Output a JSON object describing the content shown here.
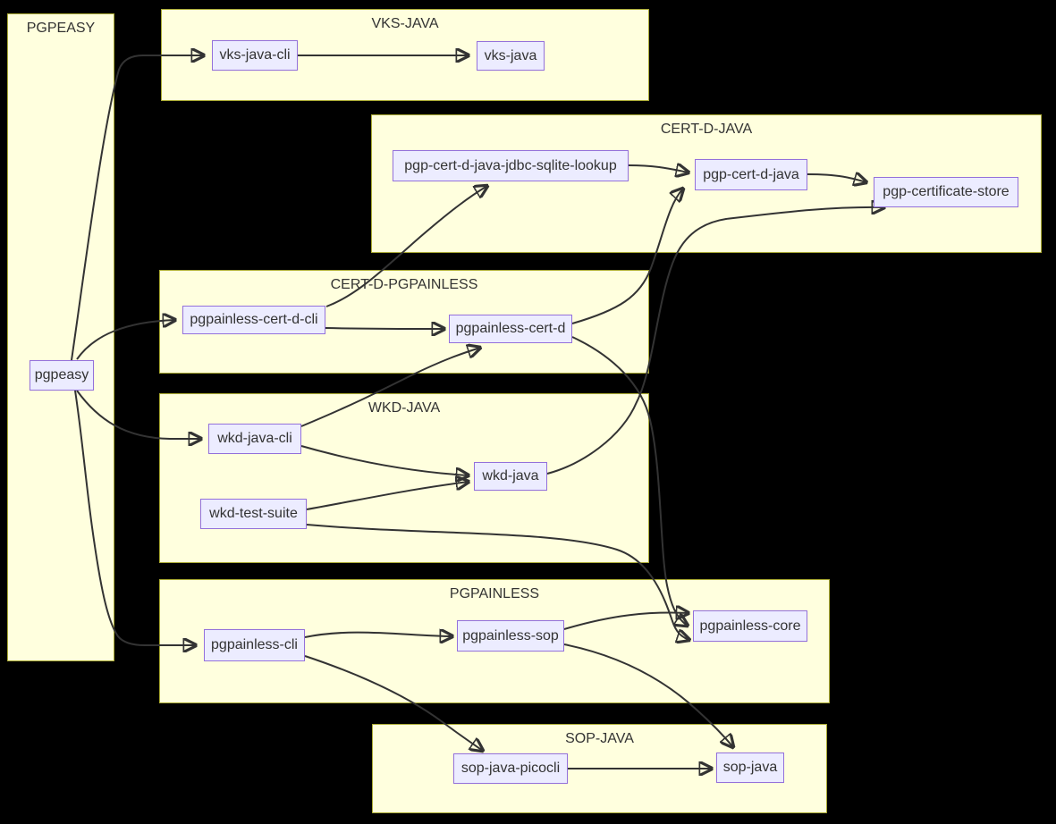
{
  "diagram": {
    "type": "dependency-graph",
    "background_color": "#000000",
    "colors": {
      "subgraph_fill": "#ffffde",
      "subgraph_border": "#aaaa33",
      "node_fill": "#ECECFF",
      "node_border": "#9370DB",
      "text": "#333333",
      "edge": "#333333"
    },
    "subgraphs": [
      {
        "id": "pgpeasy-group",
        "label": "PGPEASY"
      },
      {
        "id": "vks-java-group",
        "label": "VKS-JAVA"
      },
      {
        "id": "cert-d-java-group",
        "label": "CERT-D-JAVA"
      },
      {
        "id": "cert-d-pgpainless-group",
        "label": "CERT-D-PGPAINLESS"
      },
      {
        "id": "wkd-java-group",
        "label": "WKD-JAVA"
      },
      {
        "id": "pgpainless-group",
        "label": "PGPAINLESS"
      },
      {
        "id": "sop-java-group",
        "label": "SOP-JAVA"
      }
    ],
    "nodes": [
      {
        "id": "pgpeasy",
        "label": "pgpeasy",
        "subgraph": "PGPEASY"
      },
      {
        "id": "vks-java-cli",
        "label": "vks-java-cli",
        "subgraph": "VKS-JAVA"
      },
      {
        "id": "vks-java",
        "label": "vks-java",
        "subgraph": "VKS-JAVA"
      },
      {
        "id": "pgp-cert-d-java-jdbc-sqlite-lookup",
        "label": "pgp-cert-d-java-jdbc-sqlite-lookup",
        "subgraph": "CERT-D-JAVA"
      },
      {
        "id": "pgp-cert-d-java",
        "label": "pgp-cert-d-java",
        "subgraph": "CERT-D-JAVA"
      },
      {
        "id": "pgp-certificate-store",
        "label": "pgp-certificate-store",
        "subgraph": "CERT-D-JAVA"
      },
      {
        "id": "pgpainless-cert-d-cli",
        "label": "pgpainless-cert-d-cli",
        "subgraph": "CERT-D-PGPAINLESS"
      },
      {
        "id": "pgpainless-cert-d",
        "label": "pgpainless-cert-d",
        "subgraph": "CERT-D-PGPAINLESS"
      },
      {
        "id": "wkd-java-cli",
        "label": "wkd-java-cli",
        "subgraph": "WKD-JAVA"
      },
      {
        "id": "wkd-java",
        "label": "wkd-java",
        "subgraph": "WKD-JAVA"
      },
      {
        "id": "wkd-test-suite",
        "label": "wkd-test-suite",
        "subgraph": "WKD-JAVA"
      },
      {
        "id": "pgpainless-cli",
        "label": "pgpainless-cli",
        "subgraph": "PGPAINLESS"
      },
      {
        "id": "pgpainless-sop",
        "label": "pgpainless-sop",
        "subgraph": "PGPAINLESS"
      },
      {
        "id": "pgpainless-core",
        "label": "pgpainless-core",
        "subgraph": "PGPAINLESS"
      },
      {
        "id": "sop-java-picocli",
        "label": "sop-java-picocli",
        "subgraph": "SOP-JAVA"
      },
      {
        "id": "sop-java",
        "label": "sop-java",
        "subgraph": "SOP-JAVA"
      }
    ],
    "edges": [
      {
        "from": "pgpeasy",
        "to": "vks-java-cli"
      },
      {
        "from": "pgpeasy",
        "to": "pgpainless-cert-d-cli"
      },
      {
        "from": "pgpeasy",
        "to": "wkd-java-cli"
      },
      {
        "from": "pgpeasy",
        "to": "pgpainless-cli"
      },
      {
        "from": "vks-java-cli",
        "to": "vks-java"
      },
      {
        "from": "pgp-cert-d-java-jdbc-sqlite-lookup",
        "to": "pgp-cert-d-java"
      },
      {
        "from": "pgp-cert-d-java",
        "to": "pgp-certificate-store"
      },
      {
        "from": "pgpainless-cert-d-cli",
        "to": "pgp-cert-d-java-jdbc-sqlite-lookup"
      },
      {
        "from": "pgpainless-cert-d-cli",
        "to": "pgpainless-cert-d"
      },
      {
        "from": "pgpainless-cert-d",
        "to": "pgp-cert-d-java"
      },
      {
        "from": "pgpainless-cert-d",
        "to": "pgpainless-core"
      },
      {
        "from": "wkd-java-cli",
        "to": "pgpainless-cert-d"
      },
      {
        "from": "wkd-java-cli",
        "to": "wkd-java"
      },
      {
        "from": "wkd-test-suite",
        "to": "wkd-java"
      },
      {
        "from": "wkd-test-suite",
        "to": "pgpainless-core"
      },
      {
        "from": "wkd-java",
        "to": "pgp-certificate-store"
      },
      {
        "from": "pgpainless-cli",
        "to": "pgpainless-sop"
      },
      {
        "from": "pgpainless-cli",
        "to": "sop-java-picocli"
      },
      {
        "from": "pgpainless-sop",
        "to": "pgpainless-core"
      },
      {
        "from": "pgpainless-sop",
        "to": "sop-java"
      },
      {
        "from": "sop-java-picocli",
        "to": "sop-java"
      }
    ]
  }
}
